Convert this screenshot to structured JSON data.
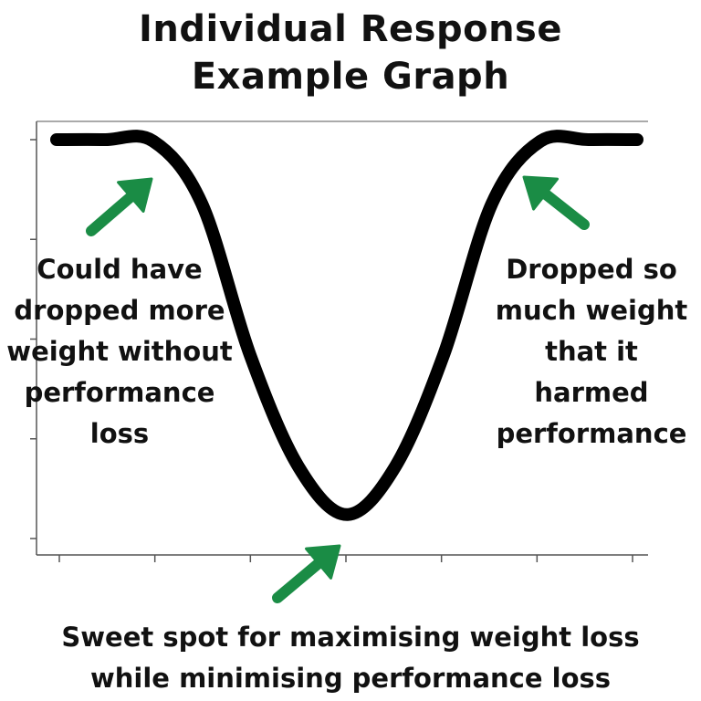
{
  "title_lines": [
    "Individual Response",
    "Example Graph"
  ],
  "annotations": {
    "left": [
      "Could have",
      "dropped more",
      "weight without",
      "performance",
      "loss"
    ],
    "right": [
      "Dropped so",
      "much weight",
      "that it",
      "harmed",
      "performance"
    ],
    "bottom": [
      "Sweet spot for maximising weight loss",
      "while minimising performance loss"
    ]
  },
  "colors": {
    "curve": "#000000",
    "arrow": "#1a8c45",
    "axis": "#555555"
  },
  "chart_data": {
    "type": "line",
    "title": "Individual Response Example Graph",
    "xlabel": "",
    "ylabel": "",
    "xlim": [
      0,
      6
    ],
    "ylim": [
      0,
      5
    ],
    "x_tick_count": 7,
    "y_tick_count": 5,
    "grid": false,
    "series": [
      {
        "x": [
          0.0,
          0.5,
          1.0,
          1.5,
          2.0,
          2.5,
          3.0,
          3.5,
          4.0,
          4.5,
          5.0,
          5.5,
          6.0
        ],
        "y": [
          5.0,
          5.0,
          4.98,
          4.2,
          2.3,
          0.9,
          0.3,
          0.9,
          2.3,
          4.2,
          4.98,
          5.0,
          5.0
        ]
      }
    ]
  }
}
